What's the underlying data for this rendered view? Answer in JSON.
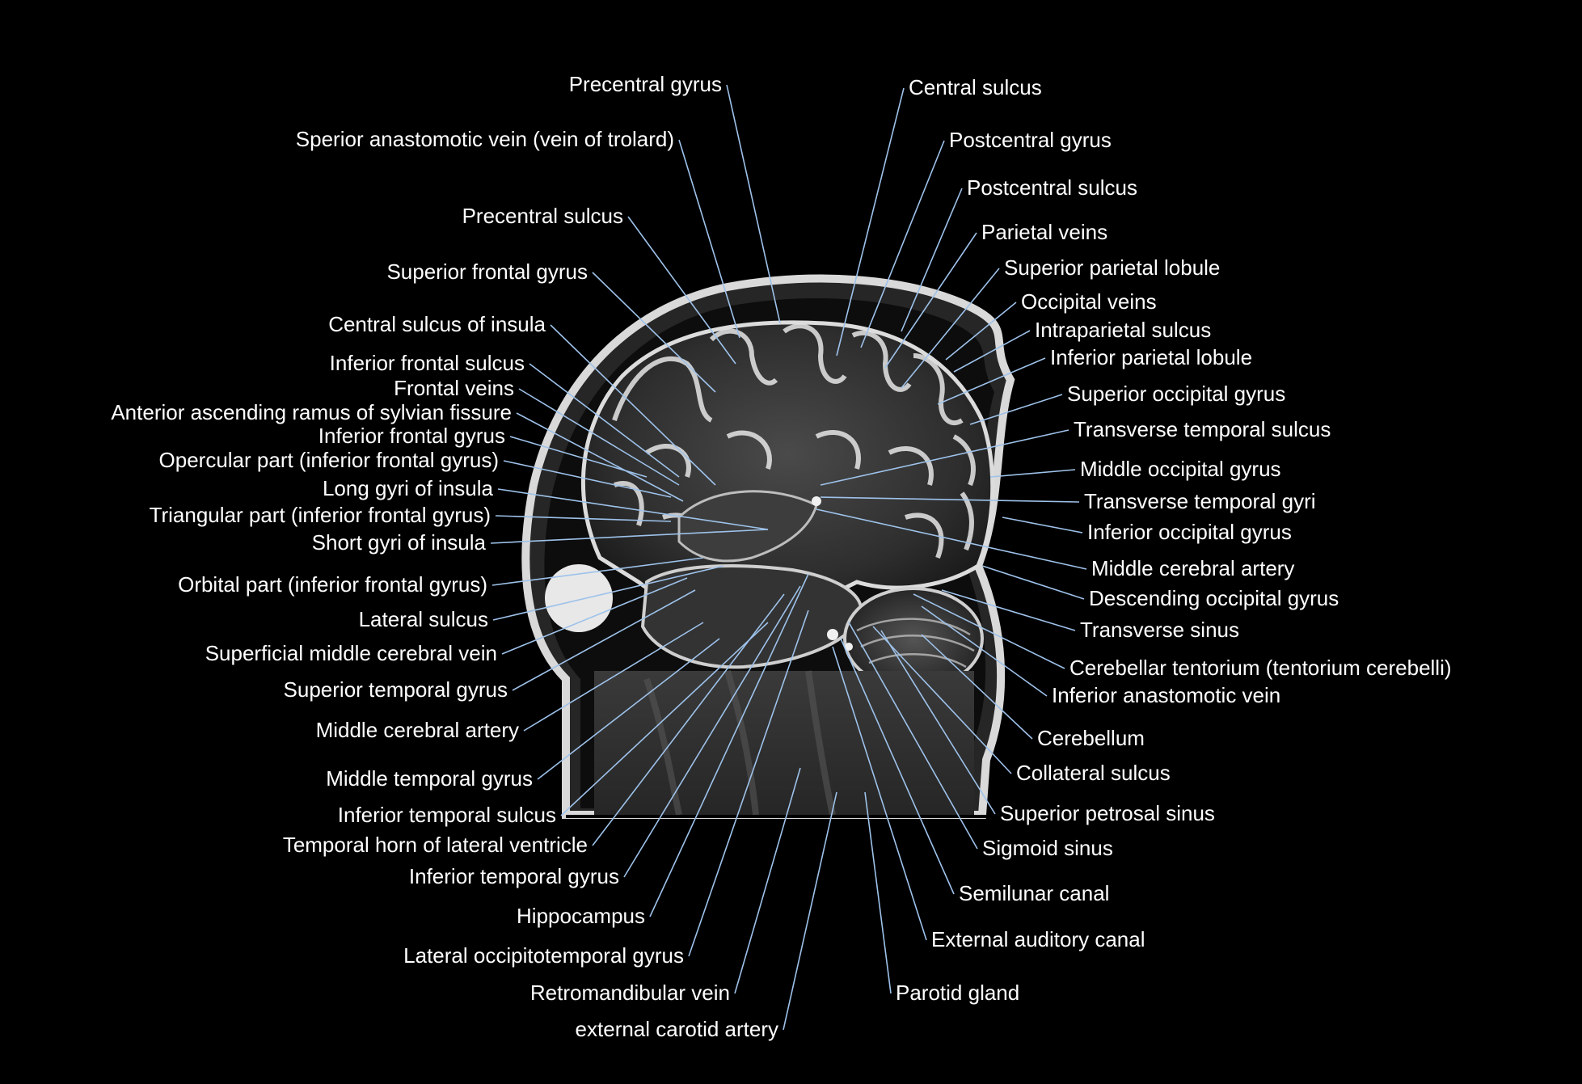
{
  "figure": {
    "label_color": "#ffffff",
    "leader_color": "#9ec2ea",
    "background_color": "#000000"
  },
  "labels_left": [
    "Precentral gyrus",
    "Sperior anastomotic vein (vein of trolard)",
    "Precentral sulcus",
    "Superior frontal gyrus",
    "Central sulcus of insula",
    "Inferior frontal sulcus",
    "Frontal veins",
    "Anterior ascending ramus of sylvian fissure",
    "Inferior frontal gyrus",
    "Opercular part (inferior frontal gyrus)",
    "Long gyri of insula",
    "Triangular part (inferior frontal gyrus)",
    "Short gyri of insula",
    "Orbital part (inferior frontal gyrus)",
    "Lateral sulcus",
    "Superficial middle cerebral vein",
    "Superior temporal gyrus",
    "Middle cerebral artery",
    "Middle temporal gyrus",
    "Inferior temporal sulcus",
    "Temporal horn of lateral ventricle",
    "Inferior temporal gyrus",
    "Hippocampus",
    "Lateral occipitotemporal gyrus",
    "Retromandibular vein",
    "external carotid artery"
  ],
  "labels_right": [
    "Central sulcus",
    "Postcentral gyrus",
    "Postcentral sulcus",
    "Parietal veins",
    "Superior parietal lobule",
    "Occipital veins",
    "Intraparietal sulcus",
    "Inferior parietal lobule",
    "Superior occipital gyrus",
    "Transverse temporal sulcus",
    "Middle occipital gyrus",
    "Transverse temporal gyri",
    "Inferior occipital gyrus",
    "Middle cerebral artery",
    "Descending occipital gyrus",
    "Transverse sinus",
    "Cerebellar tentorium (tentorium cerebelli)",
    "Inferior anastomotic vein",
    "Cerebellum",
    "Collateral sulcus",
    "Superior petrosal sinus",
    "Sigmoid sinus",
    "Semilunar canal",
    "External auditory canal",
    "Parotid gland"
  ]
}
